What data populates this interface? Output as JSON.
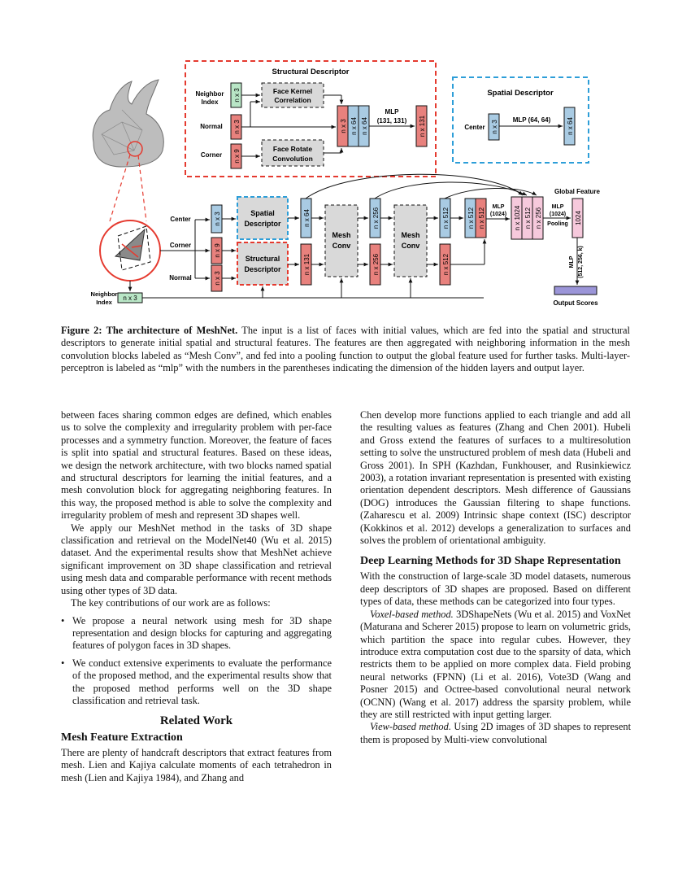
{
  "figure": {
    "structural_descriptor_title": "Structural Descriptor",
    "spatial_descriptor_title": "Spatial Descriptor",
    "neighbor_index_label": "Neighbor\nIndex",
    "normal_label": "Normal",
    "corner_label": "Corner",
    "center_label": "Center",
    "face_kernel_correlation": "Face Kernel\nCorrelation",
    "face_rotate_convolution": "Face Rotate\nConvolution",
    "mlp_131": "MLP\n(131, 131)",
    "mlp_64": "MLP (64, 64)",
    "spatial_descriptor_block": "Spatial\nDescriptor",
    "structural_descriptor_block": "Structural\nDescriptor",
    "mesh_conv": "Mesh\nConv",
    "mlp_1024": "MLP\n(1024)",
    "mlp_pooling": "MLP\n(1024)\nPooling",
    "global_feature": "Global Feature",
    "mlp_final": "MLP\n(512, 256, k)",
    "output_scores": "Output Scores",
    "dims": {
      "n3": "n x 3",
      "n9": "n x 9",
      "n64": "n x 64",
      "n131": "n x 131",
      "n256": "n x 256",
      "n512": "n x 512",
      "n1024": "n x 1024",
      "d1024": "1024"
    }
  },
  "caption": {
    "label": "Figure 2: ",
    "title": "The architecture of MeshNet.",
    "body": " The input is a list of faces with initial values, which are fed into the spatial and structural descriptors to generate initial spatial and structural features. The features are then aggregated with neighboring information in the mesh convolution blocks labeled as “Mesh Conv”, and fed into a pooling function to output the global feature used for further tasks. Multi-layer-perceptron is labeled as “mlp” with the numbers in the parentheses indicating the dimension of the hidden layers and output layer."
  },
  "left_column": {
    "p1": "between faces sharing common edges are defined, which enables us to solve the complexity and irregularity problem with per-face processes and a symmetry function. Moreover, the feature of faces is split into spatial and structural features. Based on these ideas, we design the network architecture, with two blocks named spatial and structural descriptors for learning the initial features, and a mesh convolution block for aggregating neighboring features. In this way, the proposed method is able to solve the complexity and irregularity problem of mesh and represent 3D shapes well.",
    "p2": "We apply our MeshNet method in the tasks of 3D shape classification and retrieval on the ModelNet40 (Wu et al. 2015) dataset. And the experimental results show that MeshNet achieve significant improvement on 3D shape classification and retrieval using mesh data and comparable performance with recent methods using other types of 3D data.",
    "p3": "The key contributions of our work are as follows:",
    "bullets": [
      "We propose a neural network using mesh for 3D shape representation and design blocks for capturing and aggregating features of polygon faces in 3D shapes.",
      "We conduct extensive experiments to evaluate the performance of the proposed method, and the experimental results show that the proposed method performs well on the 3D shape classification and retrieval task."
    ],
    "section_title": "Related Work",
    "subsection_title": "Mesh Feature Extraction",
    "p4": "There are plenty of handcraft descriptors that extract features from mesh. Lien and Kajiya calculate moments of each tetrahedron in mesh (Lien and Kajiya 1984), and Zhang and"
  },
  "right_column": {
    "p1": "Chen develop more functions applied to each triangle and add all the resulting values as features (Zhang and Chen 2001). Hubeli and Gross extend the features of surfaces to a multiresolution setting to solve the unstructured problem of mesh data (Hubeli and Gross 2001). In SPH (Kazhdan, Funkhouser, and Rusinkiewicz 2003), a rotation invariant representation is presented with existing orientation dependent descriptors. Mesh difference of Gaussians (DOG) introduces the Gaussian filtering to shape functions.(Zaharescu et al. 2009) Intrinsic shape context (ISC) descriptor (Kokkinos et al. 2012) develops a generalization to surfaces and solves the problem of orientational ambiguity.",
    "subsection_title": "Deep Learning Methods for 3D Shape Representation",
    "p2": "With the construction of large-scale 3D model datasets, numerous deep descriptors of 3D shapes are proposed. Based on different types of data, these methods can be categorized into four types.",
    "voxel_label": "Voxel-based method.",
    "p3": " 3DShapeNets (Wu et al. 2015) and VoxNet (Maturana and Scherer 2015) propose to learn on volumetric grids, which partition the space into regular cubes. However, they introduce extra computation cost due to the sparsity of data, which restricts them to be applied on more complex data. Field probing neural networks (FPNN) (Li et al. 2016), Vote3D (Wang and Posner 2015) and Octree-based convolutional neural network (OCNN) (Wang et al. 2017) address the sparsity problem, while they are still restricted with input getting larger.",
    "view_label": "View-based method.",
    "p4": " Using 2D images of 3D shapes to represent them is proposed by Multi-view convolutional"
  },
  "colors": {
    "red_dash": "#e53a2f",
    "blue_dash": "#2d9ed8",
    "red_fill": "#e8817d",
    "blue_fill": "#a9cbe3",
    "green_fill": "#b9e6c6",
    "pink_fill": "#f6c9dc",
    "purple_fill": "#9b95d8",
    "gray_fill": "#d9d9d9"
  }
}
